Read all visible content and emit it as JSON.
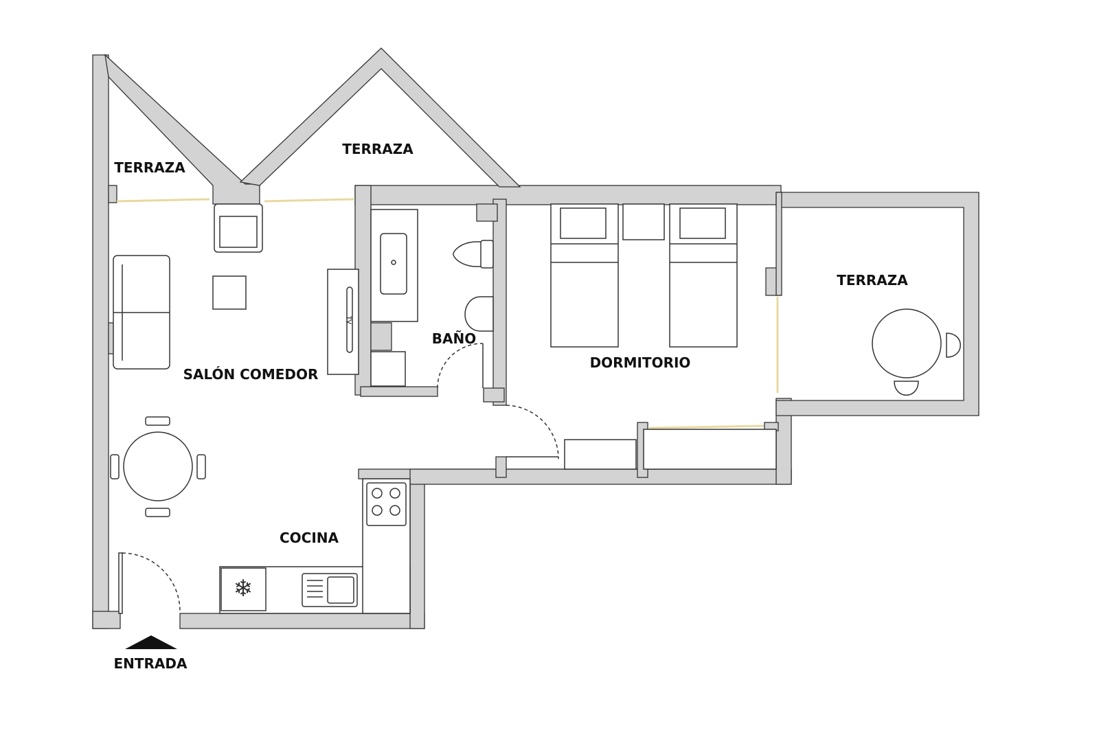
{
  "rooms": {
    "terraza_left": "TERRAZA",
    "terraza_center": "TERRAZA",
    "terraza_right": "TERRAZA",
    "salon": "SALÓN COMEDOR",
    "bano": "BAÑO",
    "dormitorio": "DORMITORIO",
    "cocina": "COCINA",
    "entrada": "ENTRADA"
  },
  "furniture": {
    "tv_label": "TV"
  },
  "colors": {
    "wall": "#d3d3d3",
    "window": "#e8d9a0",
    "outline": "#333333"
  }
}
